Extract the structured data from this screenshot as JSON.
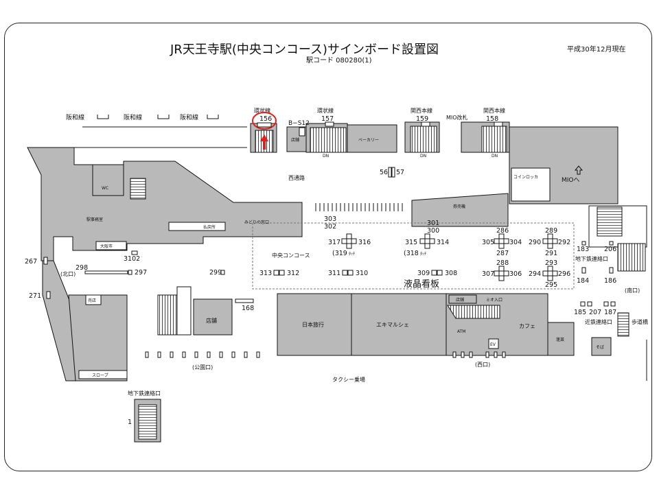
{
  "header": {
    "title": "JR天王寺駅(中央コンコース)サインボード設置図",
    "station_code": "駅コード 080280(1)",
    "as_of": "平成30年12月現在"
  },
  "lines": {
    "hanwa": "阪和線",
    "kanjo": "環状線",
    "kansai": "関西本線",
    "mio_gate": "MIO改札"
  },
  "areas": {
    "b_s12": "B−S12",
    "shop": "店舗",
    "bakery": "ベーカリー",
    "west_passage": "西通路",
    "coin_locker": "コインロッカ",
    "to_mio": "MIOへ",
    "wc": "WC",
    "station_office": "駅事務室",
    "midori": "みどりの窓口",
    "payment": "払戻所",
    "ticket_machines": "券売機",
    "osaka_city": "大阪市",
    "central_concourse": "中央コンコース",
    "lcd_board": "液晶看板",
    "nippon_ryoko": "日本旅行",
    "ekimarche": "エキマルシェ",
    "cafe": "カフェ",
    "atm": "ATM",
    "mio_entrance": "ミオ入口",
    "shop2": "店舗",
    "shop3": "店舗",
    "hourai": "蓬莱",
    "soba": "そば",
    "slope": "スロープ",
    "taxi": "タクシー乗場",
    "north_exit": "(北口)",
    "park_exit": "(公園口)",
    "west_exit": "(西口)",
    "south_exit": "(南口)",
    "subway_link": "地下鉄連絡口",
    "subway_link2": "地下鉄連絡口",
    "kintetsu_link": "近鉄連絡口",
    "footbridge": "歩道橋",
    "dn": "DN",
    "ev": "EV",
    "baiten": "売店"
  },
  "signs": {
    "s156": "156",
    "s157": "157",
    "s158": "158",
    "s159": "159",
    "s56": "56",
    "s57": "57",
    "s303": "303",
    "s302": "302",
    "s301": "301",
    "s300": "300",
    "s317": "317",
    "s316": "316",
    "s319": "(319",
    "s315": "315",
    "s314": "314",
    "s318": "(318",
    "touch": "ﾀｯﾁ",
    "s286": "286",
    "s305": "305",
    "s304": "304",
    "s287": "287",
    "s289": "289",
    "s290": "290",
    "s292": "292",
    "s291": "291",
    "s288": "288",
    "s307": "307",
    "s306": "306",
    "s293": "293",
    "s294": "294",
    "s296": "296",
    "s295": "295",
    "s313": "313",
    "s312": "312",
    "s311": "311",
    "s310": "310",
    "s309": "309",
    "s308": "308",
    "s183": "183",
    "s206": "206",
    "s184": "184",
    "s186": "186",
    "s185": "185",
    "s207": "207",
    "s187": "187",
    "s298": "298",
    "s297": "297",
    "s299": "299",
    "s168": "168",
    "s3102": "3102",
    "s267": "267",
    "s271": "271",
    "s1": "1"
  },
  "colors": {
    "room": "#b9b9b9",
    "highlight": "#e0201a",
    "line": "#111111"
  }
}
